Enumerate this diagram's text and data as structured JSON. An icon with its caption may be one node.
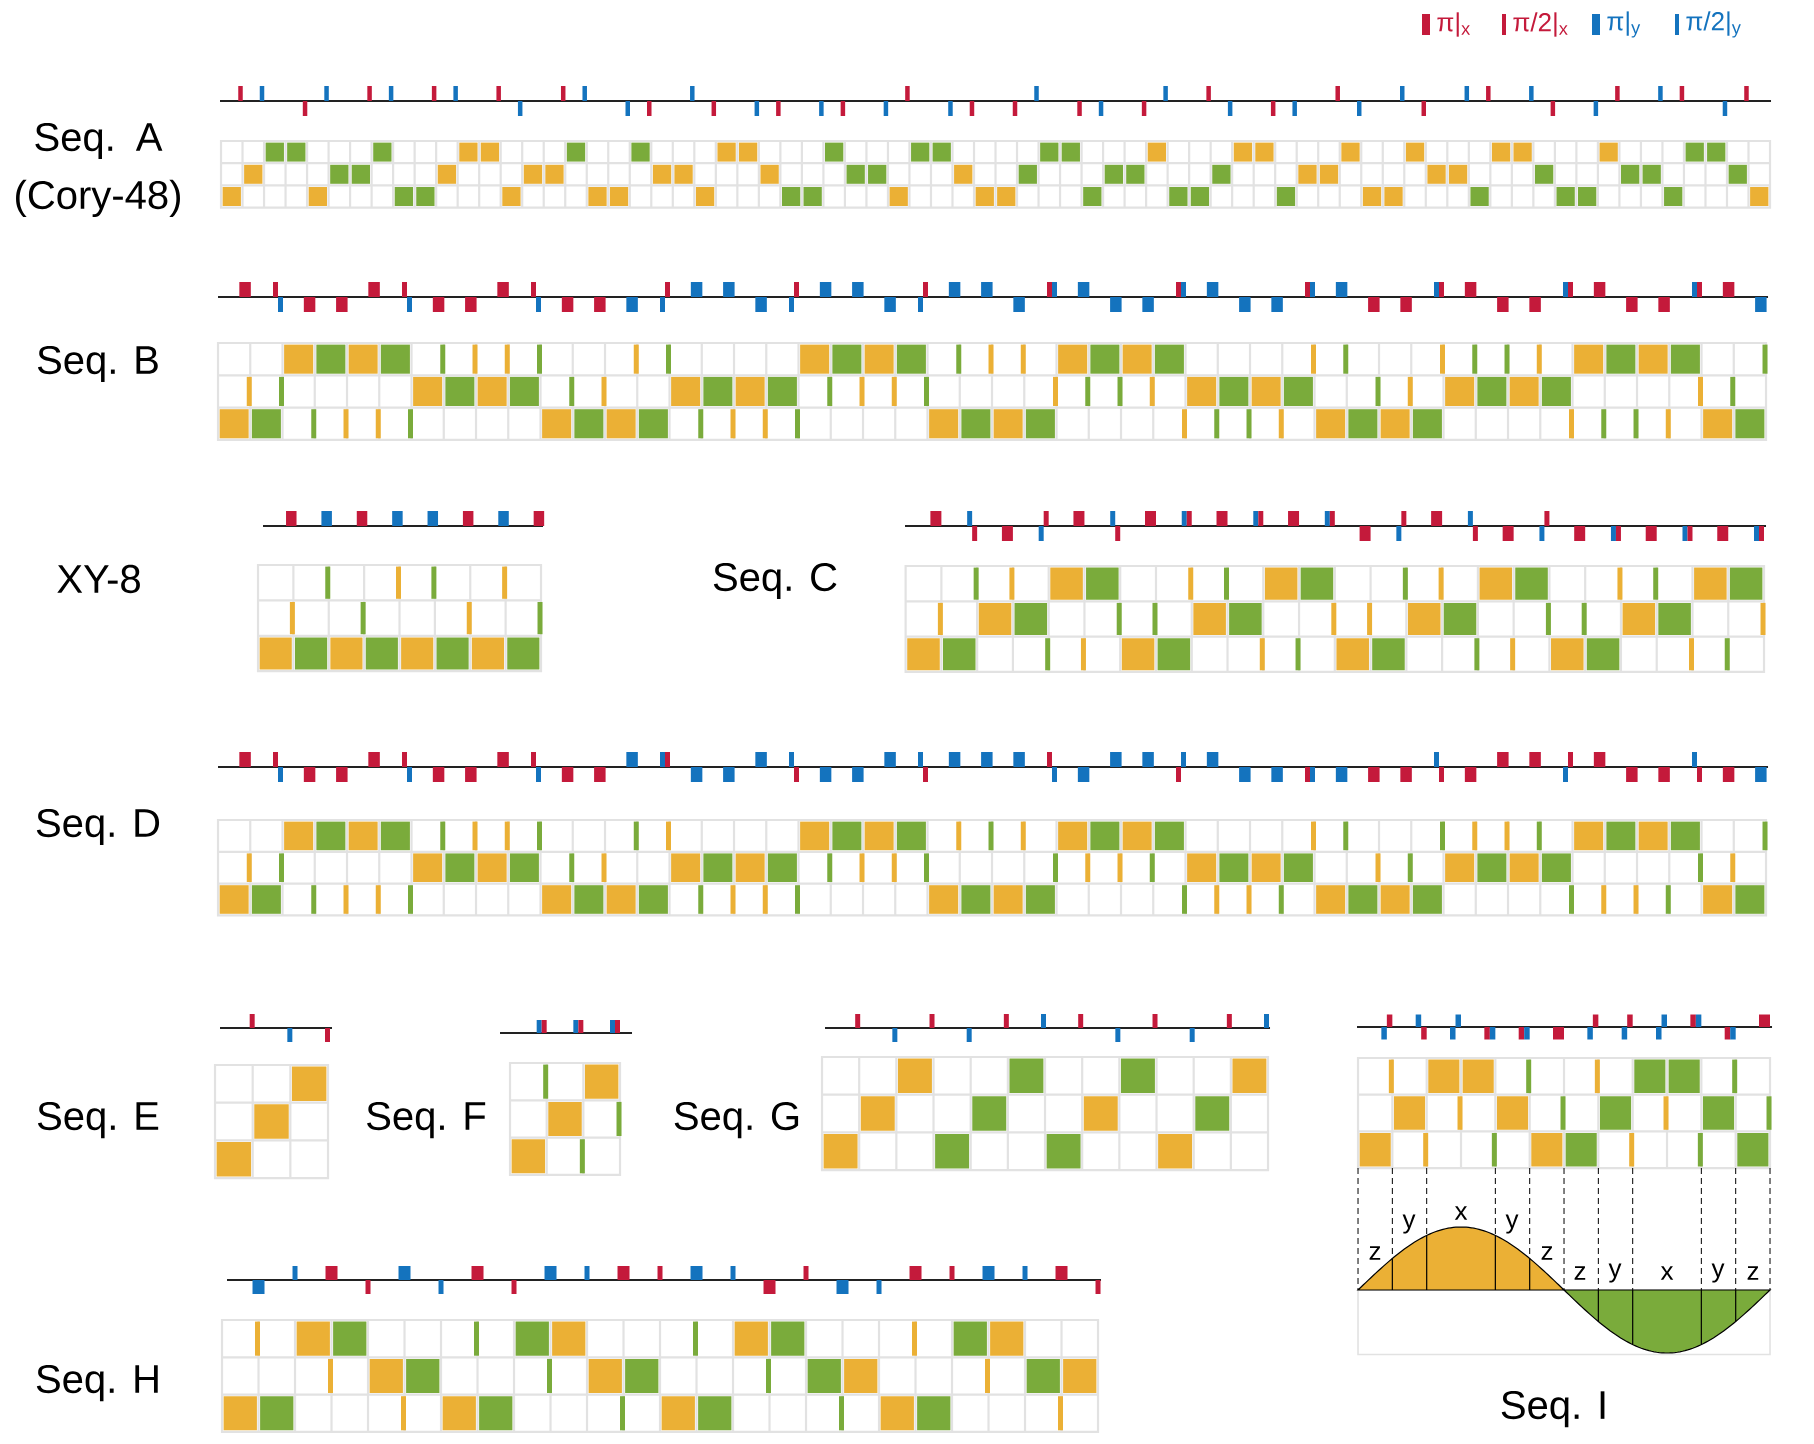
{
  "diagram": {
    "labels": [
      "Seq. A (Cory-48)",
      "Seq. B",
      "XY-8",
      "Seq. C",
      "Seq. D",
      "Seq. E",
      "Seq. F",
      "Seq. G",
      "z",
      "y",
      "x",
      "y",
      "z",
      "z",
      "y",
      "x",
      "y",
      "z",
      "Seq. H",
      "Seq. I"
    ],
    "legend": [
      {
        "text": "π|$_{x}$",
        "color": "#c41a3b"
      },
      {
        "text": "π/2|$_{x}$",
        "color": "#c41a3b"
      },
      {
        "text": "π|$_{y}$",
        "color": "#1473be"
      },
      {
        "text": "π/2|$_{y}$",
        "color": "#1473be"
      }
    ]
  }
}
